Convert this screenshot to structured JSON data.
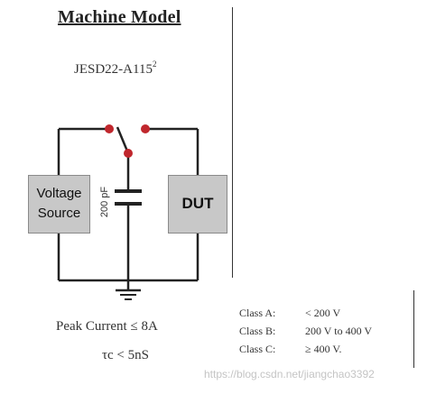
{
  "diagram": {
    "title": "Machine Model",
    "standard": "JESD22-A115",
    "standard_footnote": "2",
    "voltage_source_line1": "Voltage",
    "voltage_source_line2": "Source",
    "capacitor_label": "200 pF",
    "dut_label": "DUT",
    "peak_current": "Peak Current ≤ 8A",
    "tau": "τc < 5nS",
    "classes": [
      {
        "name": "Class A:",
        "value": "< 200 V"
      },
      {
        "name": "Class B:",
        "value": "200 V to 400 V"
      },
      {
        "name": "Class C:",
        "value": "≥ 400 V."
      }
    ],
    "watermark": "https://blog.csdn.net/jiangchao3392",
    "colors": {
      "wire": "#222222",
      "contact": "#c0272d",
      "box_fill": "#c8c8c8"
    }
  }
}
